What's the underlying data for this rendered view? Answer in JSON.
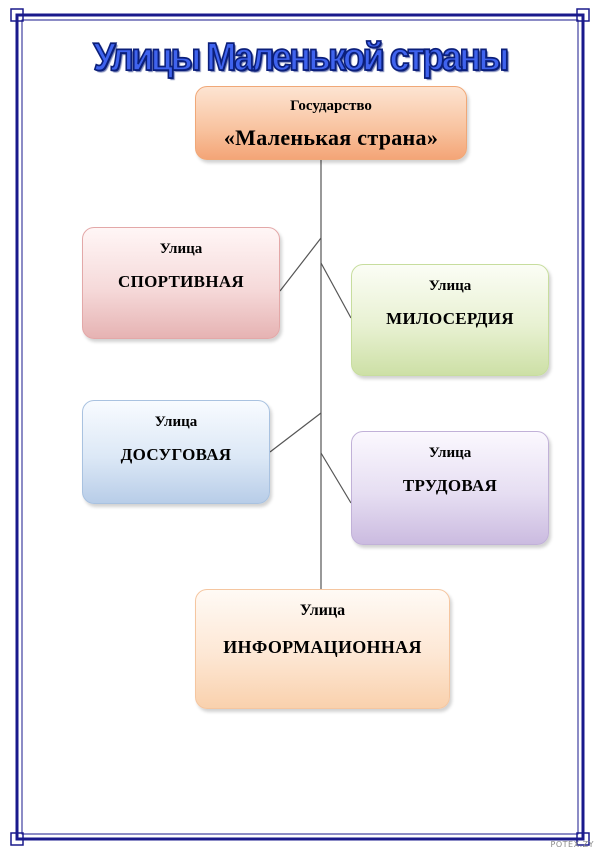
{
  "title": "Улицы Маленькой страны",
  "state": {
    "line1": "Государство",
    "line2": "«Маленькая страна»"
  },
  "streets": [
    {
      "id": "sport",
      "label": "Улица",
      "name": "СПОРТИВНАЯ"
    },
    {
      "id": "mercy",
      "label": "Улица",
      "name": "МИЛОСЕРДИЯ"
    },
    {
      "id": "leisure",
      "label": "Улица",
      "name": "ДОСУГОВАЯ"
    },
    {
      "id": "labor",
      "label": "Улица",
      "name": "ТРУДОВАЯ"
    },
    {
      "id": "info",
      "label": "Улица",
      "name": "ИНФОРМАЦИОННАЯ"
    }
  ],
  "watermark": "РОТЕХ.ZY",
  "colors": {
    "frame": "#1a1a8c",
    "title_fill": "#3f63ee",
    "title_stroke": "#0b1f7a",
    "connector": "#555555"
  }
}
